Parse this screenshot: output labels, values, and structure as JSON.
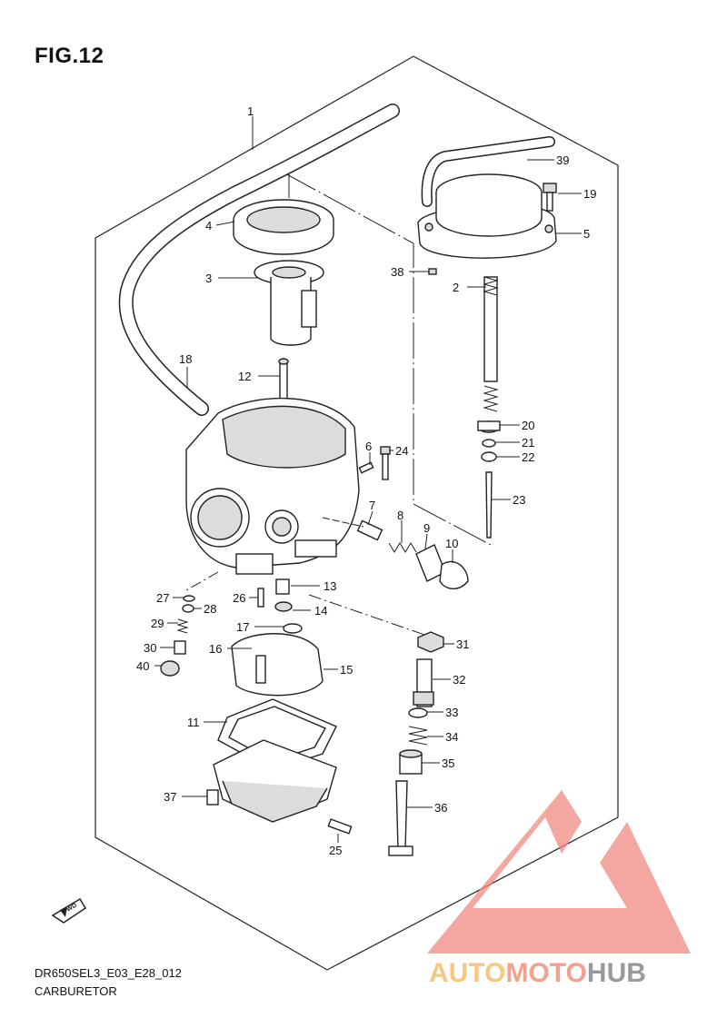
{
  "header": {
    "fig_label": "FIG.12"
  },
  "footer": {
    "model_code": "DR650SEL3_E03_E28_012",
    "section_name": "CARBURETOR"
  },
  "badge": {
    "fwd_label": "FWD"
  },
  "watermark": {
    "word_a": "AUTO",
    "word_b": "MOTO",
    "word_c": "HUB",
    "color_a": "#f7c77f",
    "color_b": "#f4a08f",
    "color_c": "#9a9a9a",
    "triangle_color": "#f08a80"
  },
  "callouts": [
    {
      "id": "1",
      "label": "1"
    },
    {
      "id": "2",
      "label": "2"
    },
    {
      "id": "3",
      "label": "3"
    },
    {
      "id": "4",
      "label": "4"
    },
    {
      "id": "5",
      "label": "5"
    },
    {
      "id": "6",
      "label": "6"
    },
    {
      "id": "7",
      "label": "7"
    },
    {
      "id": "8",
      "label": "8"
    },
    {
      "id": "9",
      "label": "9"
    },
    {
      "id": "10",
      "label": "10"
    },
    {
      "id": "11",
      "label": "11"
    },
    {
      "id": "12",
      "label": "12"
    },
    {
      "id": "13",
      "label": "13"
    },
    {
      "id": "14",
      "label": "14"
    },
    {
      "id": "15",
      "label": "15"
    },
    {
      "id": "16",
      "label": "16"
    },
    {
      "id": "17",
      "label": "17"
    },
    {
      "id": "18",
      "label": "18"
    },
    {
      "id": "19",
      "label": "19"
    },
    {
      "id": "20",
      "label": "20"
    },
    {
      "id": "21",
      "label": "21"
    },
    {
      "id": "22",
      "label": "22"
    },
    {
      "id": "23",
      "label": "23"
    },
    {
      "id": "24",
      "label": "24"
    },
    {
      "id": "25",
      "label": "25"
    },
    {
      "id": "26",
      "label": "26"
    },
    {
      "id": "27",
      "label": "27"
    },
    {
      "id": "28",
      "label": "28"
    },
    {
      "id": "29",
      "label": "29"
    },
    {
      "id": "30",
      "label": "30"
    },
    {
      "id": "31",
      "label": "31"
    },
    {
      "id": "32",
      "label": "32"
    },
    {
      "id": "33",
      "label": "33"
    },
    {
      "id": "34",
      "label": "34"
    },
    {
      "id": "35",
      "label": "35"
    },
    {
      "id": "36",
      "label": "36"
    },
    {
      "id": "37",
      "label": "37"
    },
    {
      "id": "38",
      "label": "38"
    },
    {
      "id": "39",
      "label": "39"
    },
    {
      "id": "40",
      "label": "40"
    }
  ]
}
